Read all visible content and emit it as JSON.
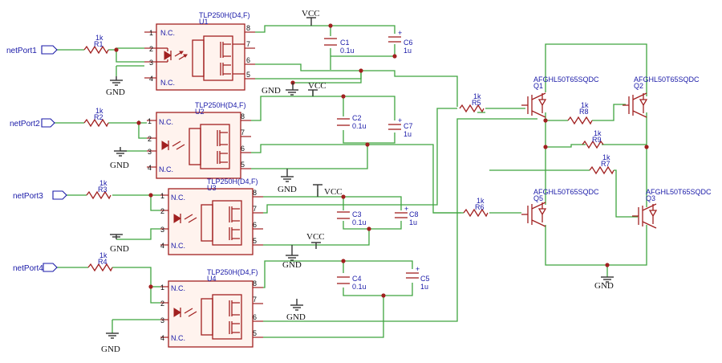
{
  "nets": {
    "ports": [
      "netPort1",
      "netPort2",
      "netPort3",
      "netPort4"
    ],
    "vcc": "VCC",
    "gnd": "GND"
  },
  "optos": [
    {
      "ref": "U1",
      "value": "TLP250H(D4,F)"
    },
    {
      "ref": "U2",
      "value": "TLP250H(D4,F)"
    },
    {
      "ref": "U3",
      "value": "TLP250H(D4,F)"
    },
    {
      "ref": "U4",
      "value": "TLP250H(D4,F)"
    }
  ],
  "opto_pins": {
    "left": [
      "1",
      "2",
      "3",
      "4"
    ],
    "right": [
      "8",
      "7",
      "6",
      "5"
    ],
    "nc": "N.C."
  },
  "input_resistors": [
    {
      "ref": "R1",
      "value": "1k"
    },
    {
      "ref": "R2",
      "value": "1k"
    },
    {
      "ref": "R3",
      "value": "1k"
    },
    {
      "ref": "R4",
      "value": "1k"
    }
  ],
  "gate_resistors": [
    {
      "ref": "R5",
      "value": "1k"
    },
    {
      "ref": "R8",
      "value": "1k"
    },
    {
      "ref": "R9",
      "value": "1k"
    },
    {
      "ref": "R7",
      "value": "1k"
    },
    {
      "ref": "R6",
      "value": "1k"
    }
  ],
  "capacitors": [
    {
      "ref": "C1",
      "value": "0.1u"
    },
    {
      "ref": "C6",
      "value": "1u"
    },
    {
      "ref": "C2",
      "value": "0.1u"
    },
    {
      "ref": "C7",
      "value": "1u"
    },
    {
      "ref": "C3",
      "value": "0.1u"
    },
    {
      "ref": "C8",
      "value": "1u"
    },
    {
      "ref": "C4",
      "value": "0.1u"
    },
    {
      "ref": "C5",
      "value": "1u"
    }
  ],
  "igbts": [
    {
      "ref": "Q1",
      "value": "AFGHL50T65SQDC"
    },
    {
      "ref": "Q2",
      "value": "AFGHL50T65SQDC"
    },
    {
      "ref": "Q5",
      "value": "AFGHL50T65SQDC"
    },
    {
      "ref": "Q3",
      "value": "AFGHL50T65SQDC"
    }
  ]
}
